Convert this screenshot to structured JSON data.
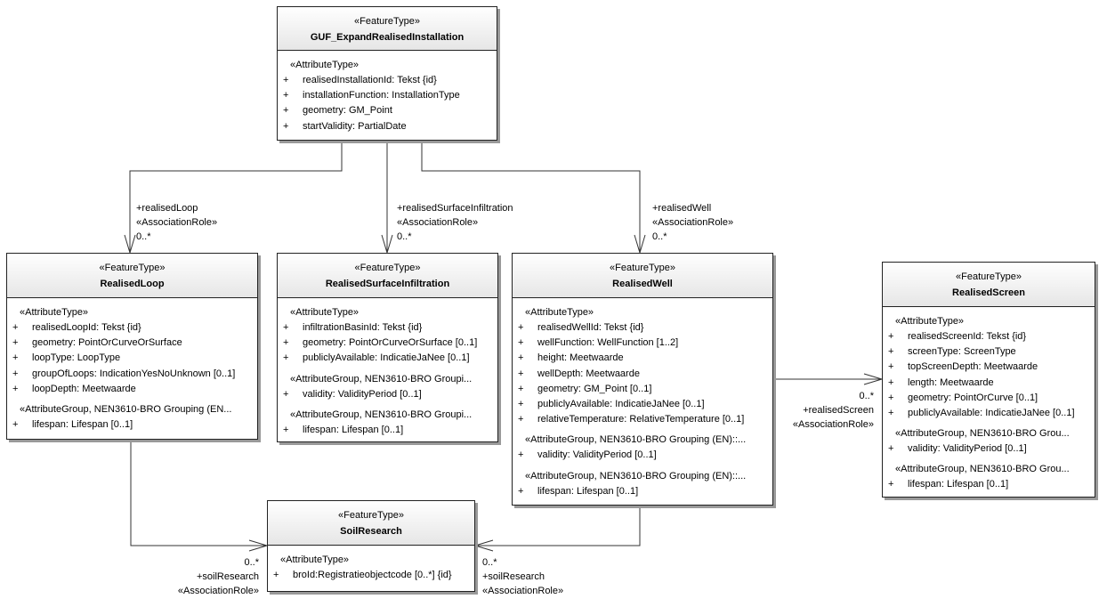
{
  "classes": {
    "guf": {
      "stereotype": "«FeatureType»",
      "name": "GUF_ExpandRealisedInstallation",
      "sections": [
        {
          "label": "«AttributeType»",
          "attrs": [
            {
              "vis": "+",
              "text": "realisedInstallationId: Tekst {id}"
            },
            {
              "vis": "+",
              "text": "installationFunction: InstallationType"
            },
            {
              "vis": "+",
              "text": "geometry: GM_Point"
            },
            {
              "vis": "+",
              "text": "startValidity: PartialDate"
            }
          ]
        }
      ]
    },
    "loop": {
      "stereotype": "«FeatureType»",
      "name": "RealisedLoop",
      "sections": [
        {
          "label": "«AttributeType»",
          "attrs": [
            {
              "vis": "+",
              "text": "realisedLoopId: Tekst {id}"
            },
            {
              "vis": "+",
              "text": "geometry: PointOrCurveOrSurface"
            },
            {
              "vis": "+",
              "text": "loopType: LoopType"
            },
            {
              "vis": "+",
              "text": "groupOfLoops: IndicationYesNoUnknown [0..1]"
            },
            {
              "vis": "+",
              "text": "loopDepth: Meetwaarde"
            }
          ]
        },
        {
          "label": "«AttributeGroup, NEN3610-BRO Grouping (EN...",
          "attrs": [
            {
              "vis": "+",
              "text": "lifespan: Lifespan [0..1]"
            }
          ]
        }
      ]
    },
    "infiltration": {
      "stereotype": "«FeatureType»",
      "name": "RealisedSurfaceInfiltration",
      "sections": [
        {
          "label": "«AttributeType»",
          "attrs": [
            {
              "vis": "+",
              "text": "infiltrationBasinId: Tekst {id}"
            },
            {
              "vis": "+",
              "text": "geometry: PointOrCurveOrSurface [0..1]"
            },
            {
              "vis": "+",
              "text": "publiclyAvailable: IndicatieJaNee [0..1]"
            }
          ]
        },
        {
          "label": "«AttributeGroup, NEN3610-BRO Groupi...",
          "attrs": [
            {
              "vis": "+",
              "text": "validity: ValidityPeriod [0..1]"
            }
          ]
        },
        {
          "label": "«AttributeGroup, NEN3610-BRO Groupi...",
          "attrs": [
            {
              "vis": "+",
              "text": "lifespan: Lifespan [0..1]"
            }
          ]
        }
      ]
    },
    "well": {
      "stereotype": "«FeatureType»",
      "name": "RealisedWell",
      "sections": [
        {
          "label": "«AttributeType»",
          "attrs": [
            {
              "vis": "+",
              "text": "realisedWellId: Tekst {id}"
            },
            {
              "vis": "+",
              "text": "wellFunction: WellFunction [1..2]"
            },
            {
              "vis": "+",
              "text": "height: Meetwaarde"
            },
            {
              "vis": "+",
              "text": "wellDepth: Meetwaarde"
            },
            {
              "vis": "+",
              "text": "geometry: GM_Point [0..1]"
            },
            {
              "vis": "+",
              "text": "publiclyAvailable: IndicatieJaNee [0..1]"
            },
            {
              "vis": "+",
              "text": "relativeTemperature: RelativeTemperature [0..1]"
            }
          ]
        },
        {
          "label": "«AttributeGroup, NEN3610-BRO Grouping (EN)::...",
          "attrs": [
            {
              "vis": "+",
              "text": "validity: ValidityPeriod [0..1]"
            }
          ]
        },
        {
          "label": "«AttributeGroup, NEN3610-BRO Grouping (EN)::...",
          "attrs": [
            {
              "vis": "+",
              "text": "lifespan: Lifespan [0..1]"
            }
          ]
        }
      ]
    },
    "screen": {
      "stereotype": "«FeatureType»",
      "name": "RealisedScreen",
      "sections": [
        {
          "label": "«AttributeType»",
          "attrs": [
            {
              "vis": "+",
              "text": "realisedScreenId: Tekst {id}"
            },
            {
              "vis": "+",
              "text": "screenType: ScreenType"
            },
            {
              "vis": "+",
              "text": "topScreenDepth: Meetwaarde"
            },
            {
              "vis": "+",
              "text": "length: Meetwaarde"
            },
            {
              "vis": "+",
              "text": "geometry: PointOrCurve [0..1]"
            },
            {
              "vis": "+",
              "text": "publiclyAvailable: IndicatieJaNee [0..1]"
            }
          ]
        },
        {
          "label": "«AttributeGroup, NEN3610-BRO Grou...",
          "attrs": [
            {
              "vis": "+",
              "text": "validity: ValidityPeriod [0..1]"
            }
          ]
        },
        {
          "label": "«AttributeGroup, NEN3610-BRO Grou...",
          "attrs": [
            {
              "vis": "+",
              "text": "lifespan: Lifespan [0..1]"
            }
          ]
        }
      ]
    },
    "soil": {
      "stereotype": "«FeatureType»",
      "name": "SoilResearch",
      "sections": [
        {
          "label": "«AttributeType»",
          "attrs": [
            {
              "vis": "+",
              "text": "broId:Registratieobjectcode [0..*] {id}"
            }
          ]
        }
      ]
    }
  },
  "associations": {
    "loop": {
      "role": "+realisedLoop",
      "stereotype": "«AssociationRole»",
      "multiplicity": "0..*"
    },
    "infiltration": {
      "role": "+realisedSurfaceInfiltration",
      "stereotype": "«AssociationRole»",
      "multiplicity": "0..*"
    },
    "well": {
      "role": "+realisedWell",
      "stereotype": "«AssociationRole»",
      "multiplicity": "0..*"
    },
    "screen": {
      "role": "+realisedScreen",
      "stereotype": "«AssociationRole»",
      "multiplicity": "0..*"
    },
    "soil_left": {
      "role": "+soilResearch",
      "stereotype": "«AssociationRole»",
      "multiplicity": "0..*"
    },
    "soil_right": {
      "role": "+soilResearch",
      "stereotype": "«AssociationRole»",
      "multiplicity": "0..*"
    }
  }
}
